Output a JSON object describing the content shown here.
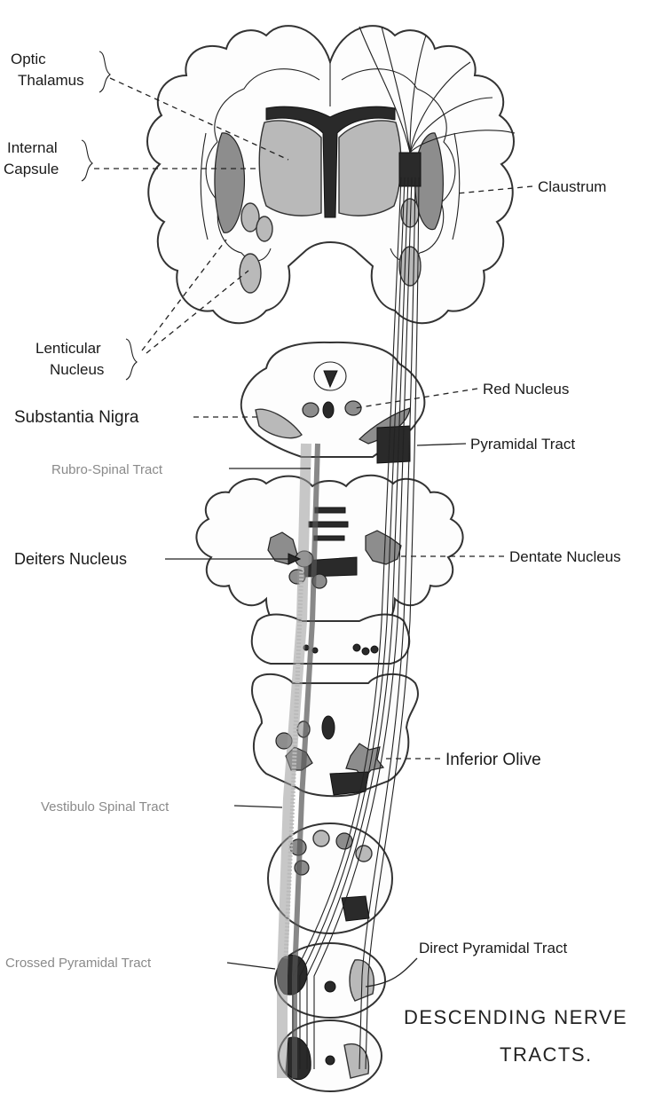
{
  "labels": {
    "optic_thalamus": [
      "Optic",
      "Thalamus"
    ],
    "internal_capsule": [
      "Internal",
      "Capsule"
    ],
    "lenticular_nucleus": [
      "Lenticular",
      "Nucleus"
    ],
    "claustrum": "Claustrum",
    "red_nucleus": "Red Nucleus",
    "substantia_nigra": "Substantia Nigra",
    "pyramidal_tract": "Pyramidal Tract",
    "rubro_spinal_tract": "Rubro-Spinal Tract",
    "dentate_nucleus": "Dentate Nucleus",
    "deiters_nucleus": "Deiters Nucleus",
    "inferior_olive": "Inferior Olive",
    "vestibulo_spinal_tract": "Vestibulo Spinal Tract",
    "crossed_pyramidal_tract": "Crossed Pyramidal Tract",
    "direct_pyramidal_tract": "Direct Pyramidal Tract"
  },
  "title": [
    "DESCENDING NERVE",
    "TRACTS."
  ]
}
